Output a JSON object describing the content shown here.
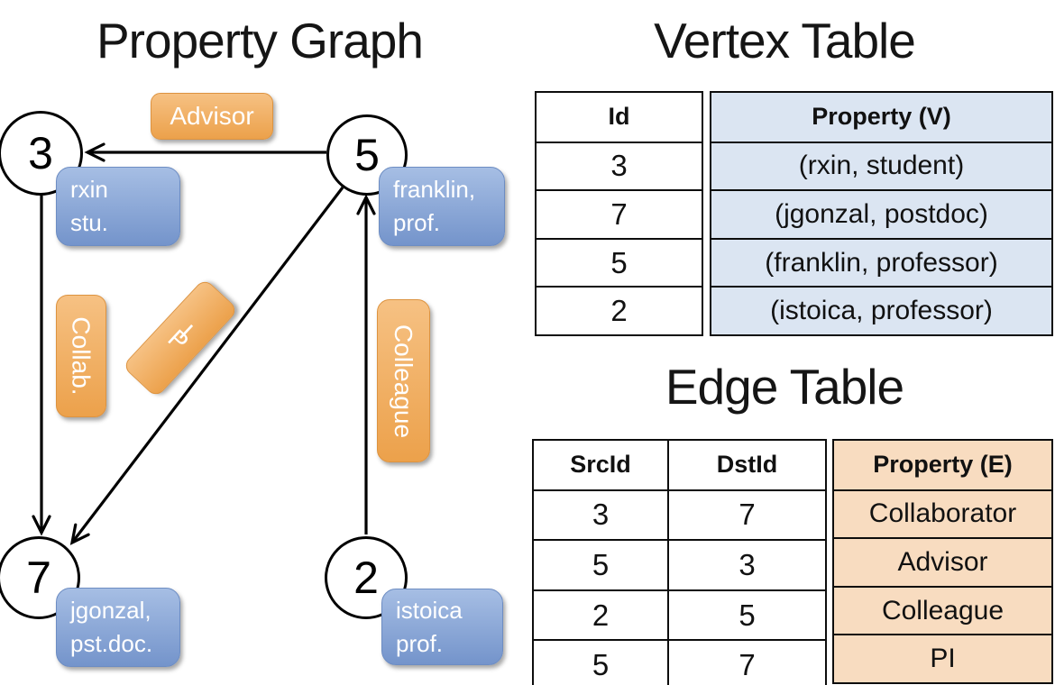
{
  "graph": {
    "title": "Property Graph",
    "nodes": [
      {
        "id": "3",
        "label": [
          "rxin",
          "stu."
        ]
      },
      {
        "id": "5",
        "label": [
          "franklin,",
          "prof."
        ]
      },
      {
        "id": "7",
        "label": [
          "jgonzal,",
          "pst.doc."
        ]
      },
      {
        "id": "2",
        "label": [
          "istoica",
          "prof."
        ]
      }
    ],
    "edge_labels": {
      "advisor": "Advisor",
      "collab": "Collab.",
      "pi": "PI",
      "colleague": "Colleague"
    }
  },
  "vertex_table": {
    "title": "Vertex Table",
    "columns": {
      "id": "Id",
      "property": "Property (V)"
    },
    "rows": [
      {
        "id": "3",
        "property": "(rxin, student)"
      },
      {
        "id": "7",
        "property": "(jgonzal, postdoc)"
      },
      {
        "id": "5",
        "property": "(franklin, professor)"
      },
      {
        "id": "2",
        "property": "(istoica, professor)"
      }
    ]
  },
  "edge_table": {
    "title": "Edge Table",
    "columns": {
      "src": "SrcId",
      "dst": "DstId",
      "property": "Property (E)"
    },
    "rows": [
      {
        "src": "3",
        "dst": "7",
        "property": "Collaborator"
      },
      {
        "src": "5",
        "dst": "3",
        "property": "Advisor"
      },
      {
        "src": "2",
        "dst": "5",
        "property": "Colleague"
      },
      {
        "src": "5",
        "dst": "7",
        "property": "PI"
      }
    ]
  },
  "colors": {
    "orange_top": "#f6c183",
    "orange_bottom": "#eca14b",
    "orange_border": "#dd9340",
    "blue_top": "#a6bee4",
    "blue_bottom": "#7494cb",
    "blue_border": "#6d8dc3",
    "vertex_cell_bg": "#dbe5f2",
    "edge_cell_bg": "#f8dcc0",
    "table_border": "#0d0d0d",
    "edge_line": "#000000"
  }
}
